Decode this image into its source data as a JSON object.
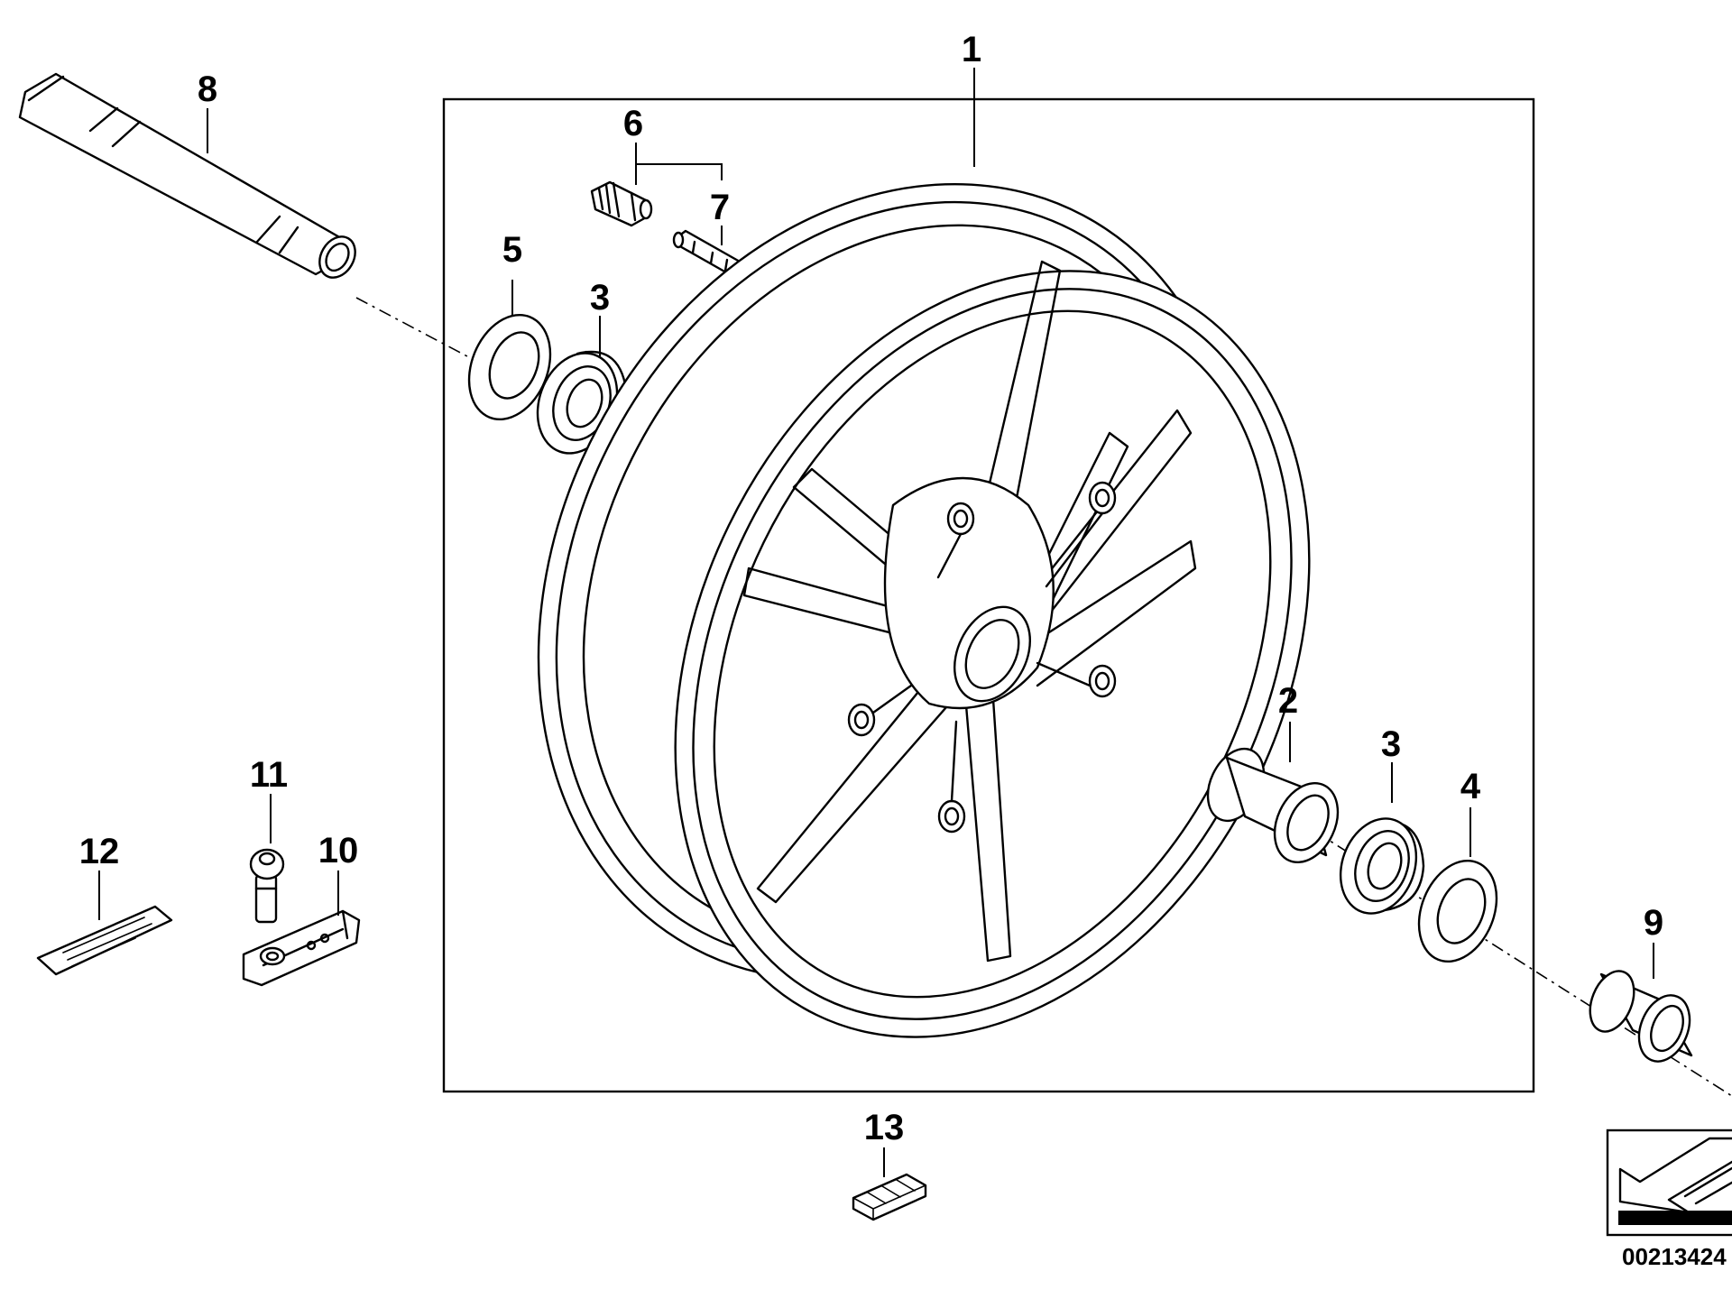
{
  "diagram": {
    "callouts": [
      {
        "id": "c1",
        "label": "1"
      },
      {
        "id": "c2",
        "label": "2"
      },
      {
        "id": "c3a",
        "label": "3"
      },
      {
        "id": "c3b",
        "label": "3"
      },
      {
        "id": "c4",
        "label": "4"
      },
      {
        "id": "c5",
        "label": "5"
      },
      {
        "id": "c6",
        "label": "6"
      },
      {
        "id": "c7",
        "label": "7"
      },
      {
        "id": "c8",
        "label": "8"
      },
      {
        "id": "c9",
        "label": "9"
      },
      {
        "id": "c10",
        "label": "10"
      },
      {
        "id": "c11",
        "label": "11"
      },
      {
        "id": "c12",
        "label": "12"
      },
      {
        "id": "c13",
        "label": "13"
      }
    ],
    "document_number": "00213424",
    "icons": [
      "direction-arrow-icon"
    ]
  }
}
